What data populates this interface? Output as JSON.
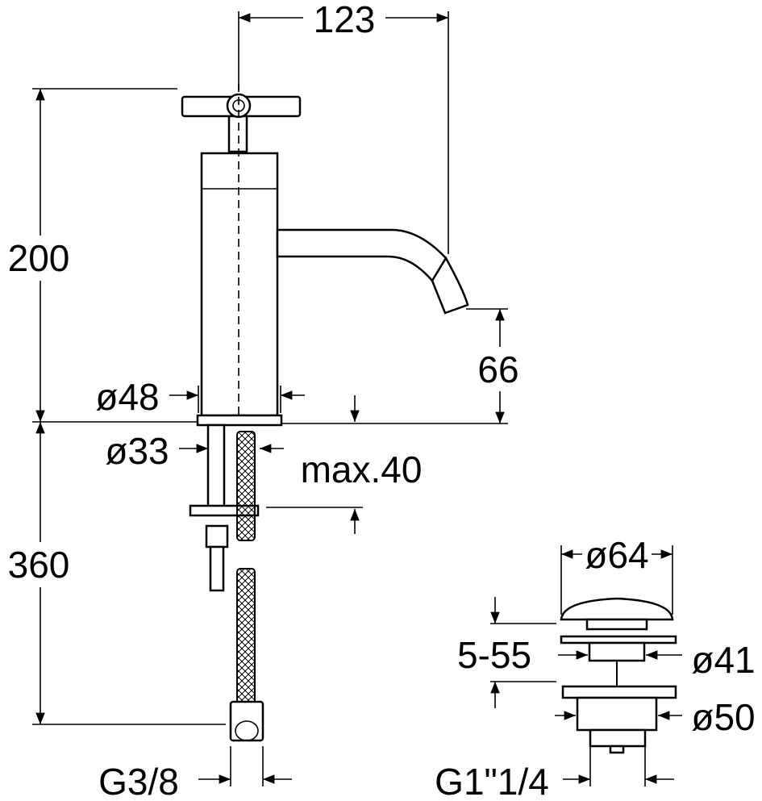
{
  "dimensions": {
    "width_total": "123",
    "height_body": "200",
    "spout_height": "66",
    "body_diameter": "ø48",
    "shank_diameter": "ø33",
    "max_thickness": "max.40",
    "install_depth": "360",
    "hose_thread": "G3/8",
    "waste_top_diameter": "ø64",
    "waste_range": "5-55",
    "waste_stem_diameter": "ø41",
    "waste_flange_diameter": "ø50",
    "waste_thread": "G1\"1/4"
  }
}
